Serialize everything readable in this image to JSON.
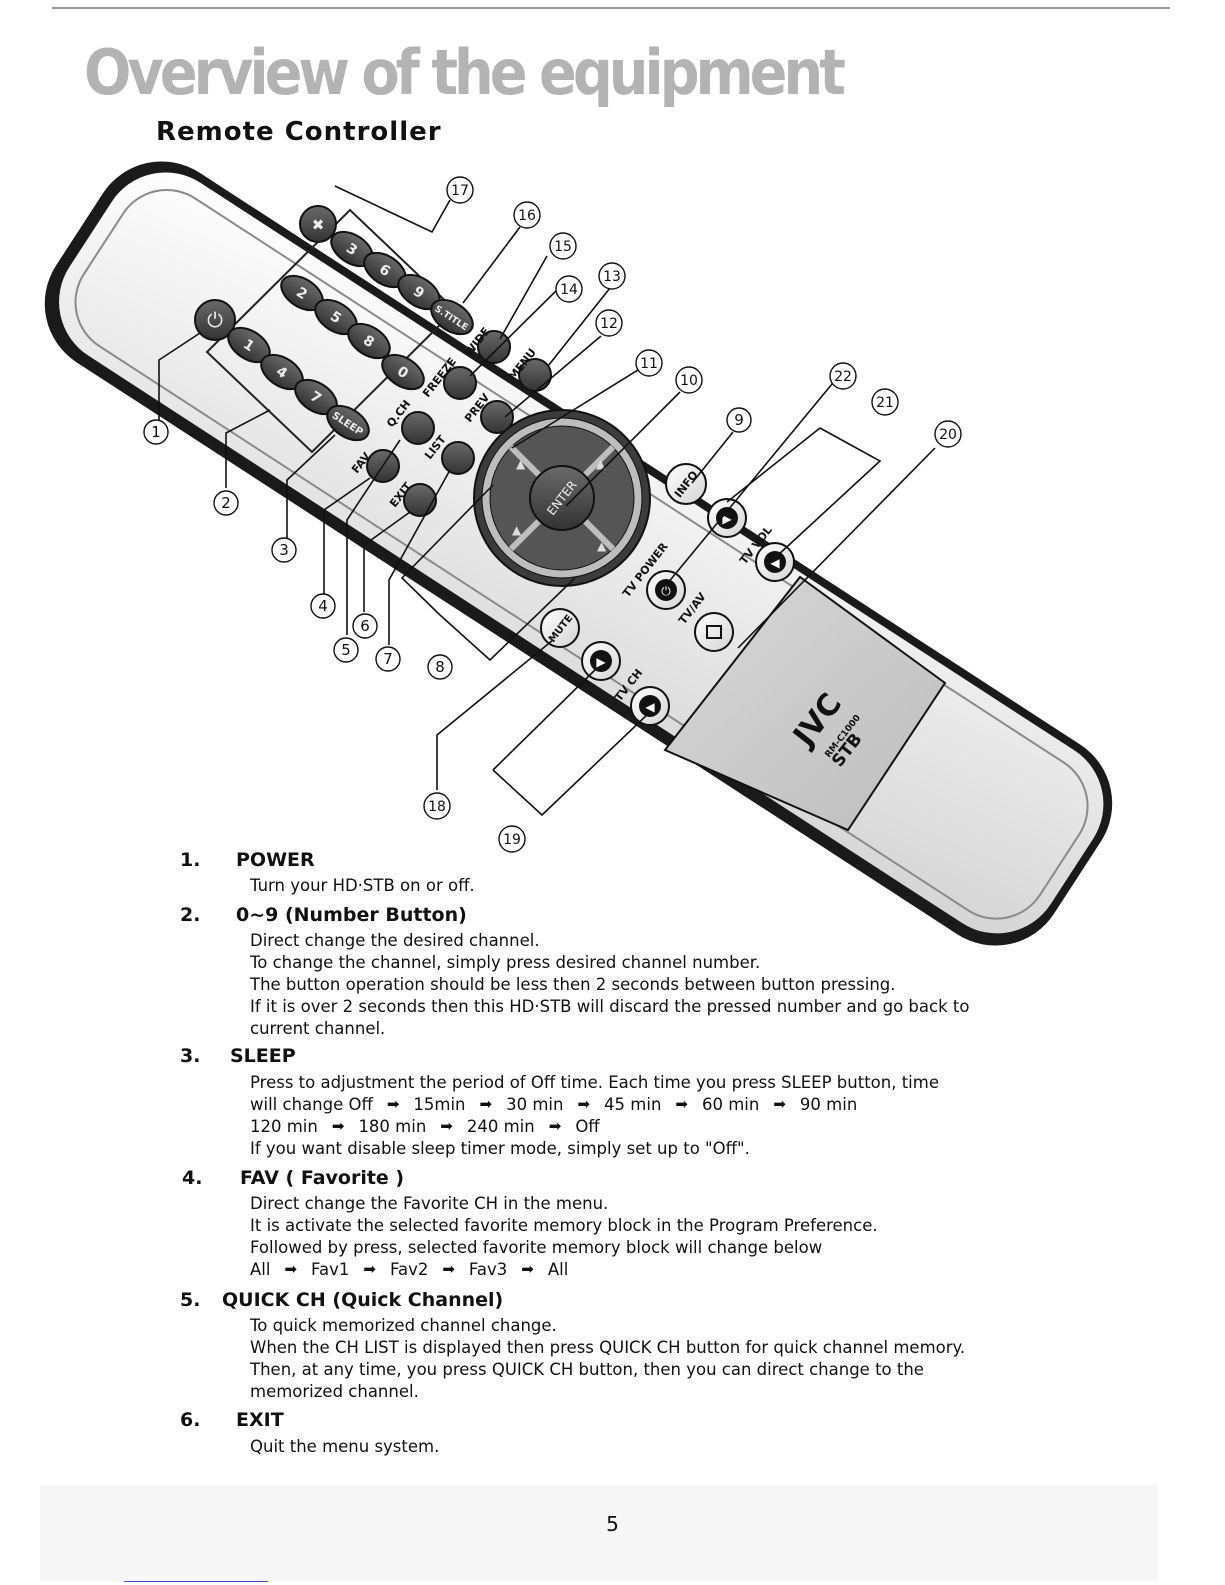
{
  "page": {
    "title": "Overview of the equipment",
    "subtitle": "Remote Controller",
    "page_number": "5"
  },
  "remote": {
    "buttons": {
      "n1": "1",
      "n2": "2",
      "n3": "3",
      "n4": "4",
      "n5": "5",
      "n6": "6",
      "n7": "7",
      "n8": "8",
      "n9": "9",
      "n0": "0",
      "sleep": "SLEEP",
      "subtitle": "S.TITLE",
      "enter": "ENTER",
      "info": "INFO",
      "mute": "MUTE"
    },
    "labels": {
      "fav": "FAV",
      "qch": "Q.CH",
      "freeze": "FREEZE",
      "wide": "WIDE",
      "exit": "EXIT",
      "list": "LIST",
      "prev": "PREV",
      "menu": "MENU",
      "tv_power": "TV POWER",
      "tv_av": "TV/AV",
      "tv_vol": "TV VOL",
      "tv_ch": "TV CH"
    },
    "brand": "JVC",
    "model": "RM-C1000",
    "model_suffix": "STB",
    "callouts": [
      "1",
      "2",
      "3",
      "4",
      "5",
      "6",
      "7",
      "8",
      "9",
      "10",
      "11",
      "12",
      "13",
      "14",
      "15",
      "16",
      "17",
      "18",
      "19",
      "20",
      "21",
      "22"
    ]
  },
  "descriptions": {
    "d1": {
      "num": "1.",
      "title": "POWER",
      "lines": [
        "Turn your HD·STB on or off."
      ]
    },
    "d2": {
      "num": "2.",
      "title": "0~9 (Number Button)",
      "lines": [
        "Direct change the desired channel.",
        "To change the channel, simply press desired channel number.",
        "The button operation should be less then 2 seconds between button pressing.",
        "If it is over 2 seconds then this HD·STB will discard the pressed number and go back to",
        "current channel."
      ]
    },
    "d3": {
      "num": "3.",
      "title": "SLEEP",
      "line1": "Press to adjustment the period of Off time. Each time you press SLEEP button, time",
      "seq1_lead": "will change Off",
      "seq1": [
        "15min",
        "30 min",
        "45 min",
        "60 min",
        "90 min"
      ],
      "seq2_lead": "120 min",
      "seq2": [
        "180 min",
        "240 min",
        "Off"
      ],
      "line4": "If you want disable sleep timer mode, simply set up to \"Off\"."
    },
    "d4": {
      "num": "4.",
      "title": "FAV ( Favorite )",
      "lines": [
        "Direct change the Favorite CH in the menu.",
        "It is activate the selected favorite memory block in the Program Preference.",
        "Followed by press, selected favorite memory block will change below"
      ],
      "seq_lead": "All",
      "seq": [
        "Fav1",
        "Fav2",
        "Fav3",
        "All"
      ]
    },
    "d5": {
      "num": "5.",
      "title": "QUICK CH (Quick Channel)",
      "lines": [
        "To quick memorized channel change.",
        "When the CH LIST is displayed then press QUICK CH button for quick channel memory.",
        "Then,  at any time, you press QUICK CH button, then you can direct change to the",
        "memorized channel."
      ]
    },
    "d6": {
      "num": "6.",
      "title": "EXIT",
      "lines": [
        "Quit the menu system."
      ]
    }
  },
  "colors": {
    "title_gray": "#b3b3b3",
    "remote_body": "#e6e6e6",
    "button_dark": "#4a4a4a"
  }
}
